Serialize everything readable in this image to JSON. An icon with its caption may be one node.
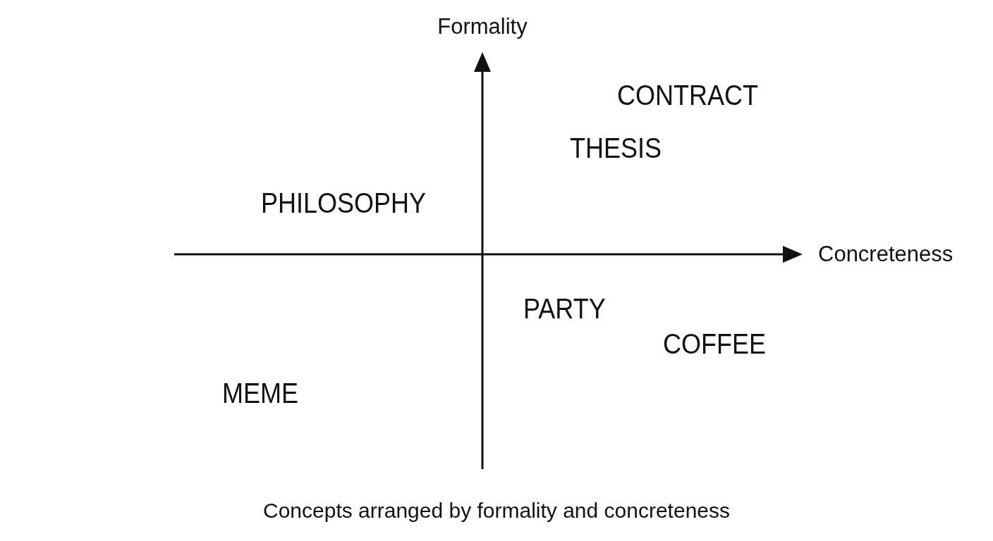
{
  "diagram": {
    "caption": "Concepts arranged by formality and concreteness",
    "labels": [
      "Formality",
      "CONTRACT",
      "THESIS",
      "PHILOSOPHY",
      "Concreteness",
      "PARTY",
      "COFFEE",
      "MEME"
    ]
  }
}
